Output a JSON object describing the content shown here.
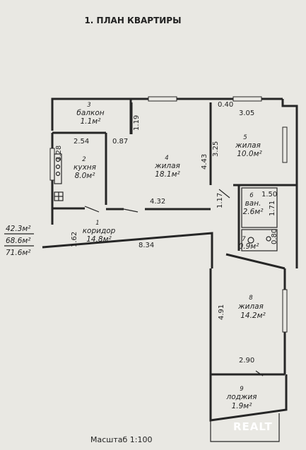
{
  "title": "1. ПЛАН КВАРТИРЫ",
  "rooms": [
    {
      "num": "1",
      "name": "коридор",
      "area": "14.8м²"
    },
    {
      "num": "2",
      "name": "кухня",
      "area": "8.0м²"
    },
    {
      "num": "3",
      "name": "балкон",
      "area": "1.1м²"
    },
    {
      "num": "4",
      "name": "жилая",
      "area": "18.1м²"
    },
    {
      "num": "5",
      "name": "жилая",
      "area": "10.0м²"
    },
    {
      "num": "6",
      "name": "ван.",
      "area": "2.6м²"
    },
    {
      "num": "7",
      "area": "0.9м²"
    },
    {
      "num": "8",
      "name": "жилая",
      "area": "14.2м²"
    },
    {
      "num": "9",
      "name": "лоджия",
      "area": "1.9м²"
    }
  ],
  "totals": {
    "living": "42.3м²",
    "total": "68.6м²",
    "with_balcony": "71.6м²"
  },
  "dimensions": {
    "d_0_40": "0.40",
    "d_3_05": "3.05",
    "d_1_19": "1.19",
    "d_2_54": "2.54",
    "d_0_87": "0.87",
    "d_3_28": "3.28",
    "d_4_43": "4.43",
    "d_3_25": "3.25",
    "d_4_32": "4.32",
    "d_1_17": "1.17",
    "d_1_50": "1.50",
    "d_1_71": "1.71",
    "d_0_80": "0.80",
    "d_1_62": "1.62",
    "d_8_34": "8.34",
    "d_4_91": "4.91",
    "d_2_90": "2.90"
  },
  "scale": "Масштаб 1:100",
  "watermark": "REALT"
}
